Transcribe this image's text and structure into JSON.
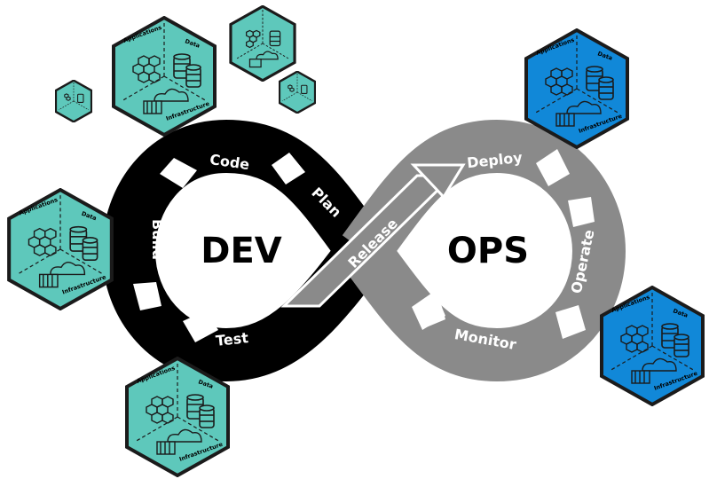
{
  "colors": {
    "teal": "#5ec8bb",
    "blue": "#1188d8",
    "dev": "#000000",
    "ops": "#8a8a8a",
    "outline": "#1b1b1b"
  },
  "loop": {
    "dev_title": "DEV",
    "ops_title": "OPS",
    "stages": {
      "code": "Code",
      "plan": "Plan",
      "build": "Build",
      "test": "Test",
      "release": "Release",
      "deploy": "Deploy",
      "operate": "Operate",
      "monitor": "Monitor"
    }
  },
  "hexagon": {
    "applications": "Applications",
    "data": "Data",
    "infrastructure": "Infrastructure"
  },
  "hexagons": [
    {
      "id": "teal-top-center",
      "color": "teal"
    },
    {
      "id": "teal-top-right-small",
      "color": "teal"
    },
    {
      "id": "teal-right-tiny",
      "color": "teal"
    },
    {
      "id": "teal-left-tiny",
      "color": "teal"
    },
    {
      "id": "teal-left-mid",
      "color": "teal"
    },
    {
      "id": "teal-bottom",
      "color": "teal"
    },
    {
      "id": "blue-top-right",
      "color": "blue"
    },
    {
      "id": "blue-bottom-right",
      "color": "blue"
    }
  ]
}
